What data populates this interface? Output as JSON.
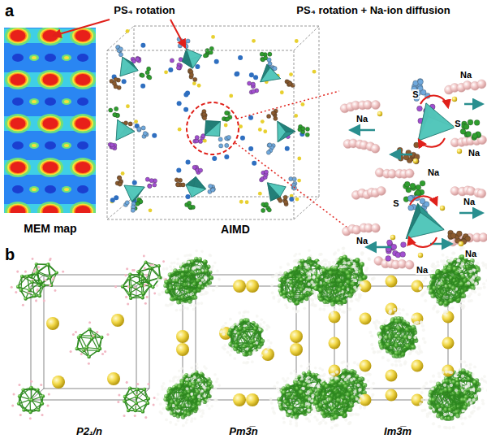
{
  "diagram": {
    "labels": [
      "a",
      "PS₄ rotation",
      "PS₄ rotation + Na-ion diffusion",
      "MEM map",
      "AIMD",
      "Na",
      "Na",
      "S",
      "S",
      "Na",
      "Na",
      "S",
      "Na",
      "Na",
      "Na",
      "Na",
      "b",
      "P2₁/n",
      "Pm3̅n",
      "Im3̅m"
    ]
  }
}
